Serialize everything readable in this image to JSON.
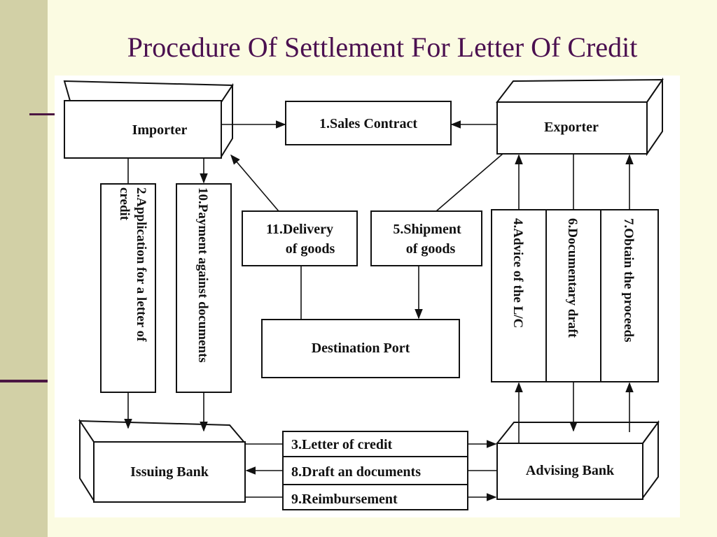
{
  "slide": {
    "title": "Procedure Of Settlement For Letter Of Credit"
  },
  "diagram": {
    "parties": {
      "importer": "Importer",
      "exporter": "Exporter",
      "issuing_bank": "Issuing Bank",
      "advising_bank": "Advising Bank",
      "destination_port": "Destination Port"
    },
    "steps": {
      "s1": "1.Sales Contract",
      "s2_line1": "2.Application for a letter of",
      "s2_line2": "credit",
      "s3": "3.Letter of credit",
      "s4": "4.Advice of the L/C",
      "s5_line1": "5.Shipment",
      "s5_line2": "of goods",
      "s6": "6.Documentary draft",
      "s7": "7.Obtain the proceeds",
      "s8": "8.Draft an documents",
      "s9": "9.Reimbursement",
      "s10": "10.Payment against documents",
      "s11_line1": "11.Delivery",
      "s11_line2": "of goods"
    }
  }
}
